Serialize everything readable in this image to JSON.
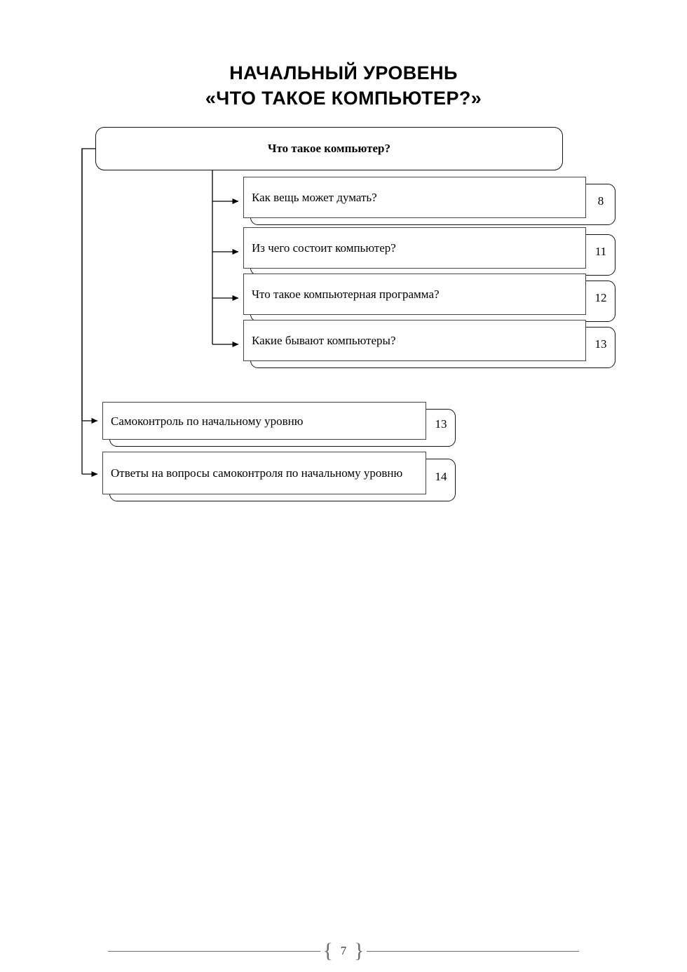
{
  "title": {
    "line1": "НАЧАЛЬНЫЙ УРОВЕНЬ",
    "line2": "«ЧТО ТАКОЕ КОМПЬЮТЕР?»"
  },
  "diagram": {
    "root": {
      "label": "Что такое компьютер?"
    },
    "sub_entries": [
      {
        "label": "Как вещь может думать?",
        "page": "8"
      },
      {
        "label": "Из чего состоит компьютер?",
        "page": "11"
      },
      {
        "label": "Что такое компьютерная программа?",
        "page": "12"
      },
      {
        "label": "Какие бывают компьютеры?",
        "page": "13"
      }
    ],
    "bottom_entries": [
      {
        "label": "Самоконтроль по начальному уровню",
        "page": "13"
      },
      {
        "label": "Ответы на вопросы самоконтроля по начальному уровню",
        "page": "14"
      }
    ]
  },
  "footer": {
    "left_brace": "{",
    "right_brace": "}",
    "page_number": "7"
  }
}
